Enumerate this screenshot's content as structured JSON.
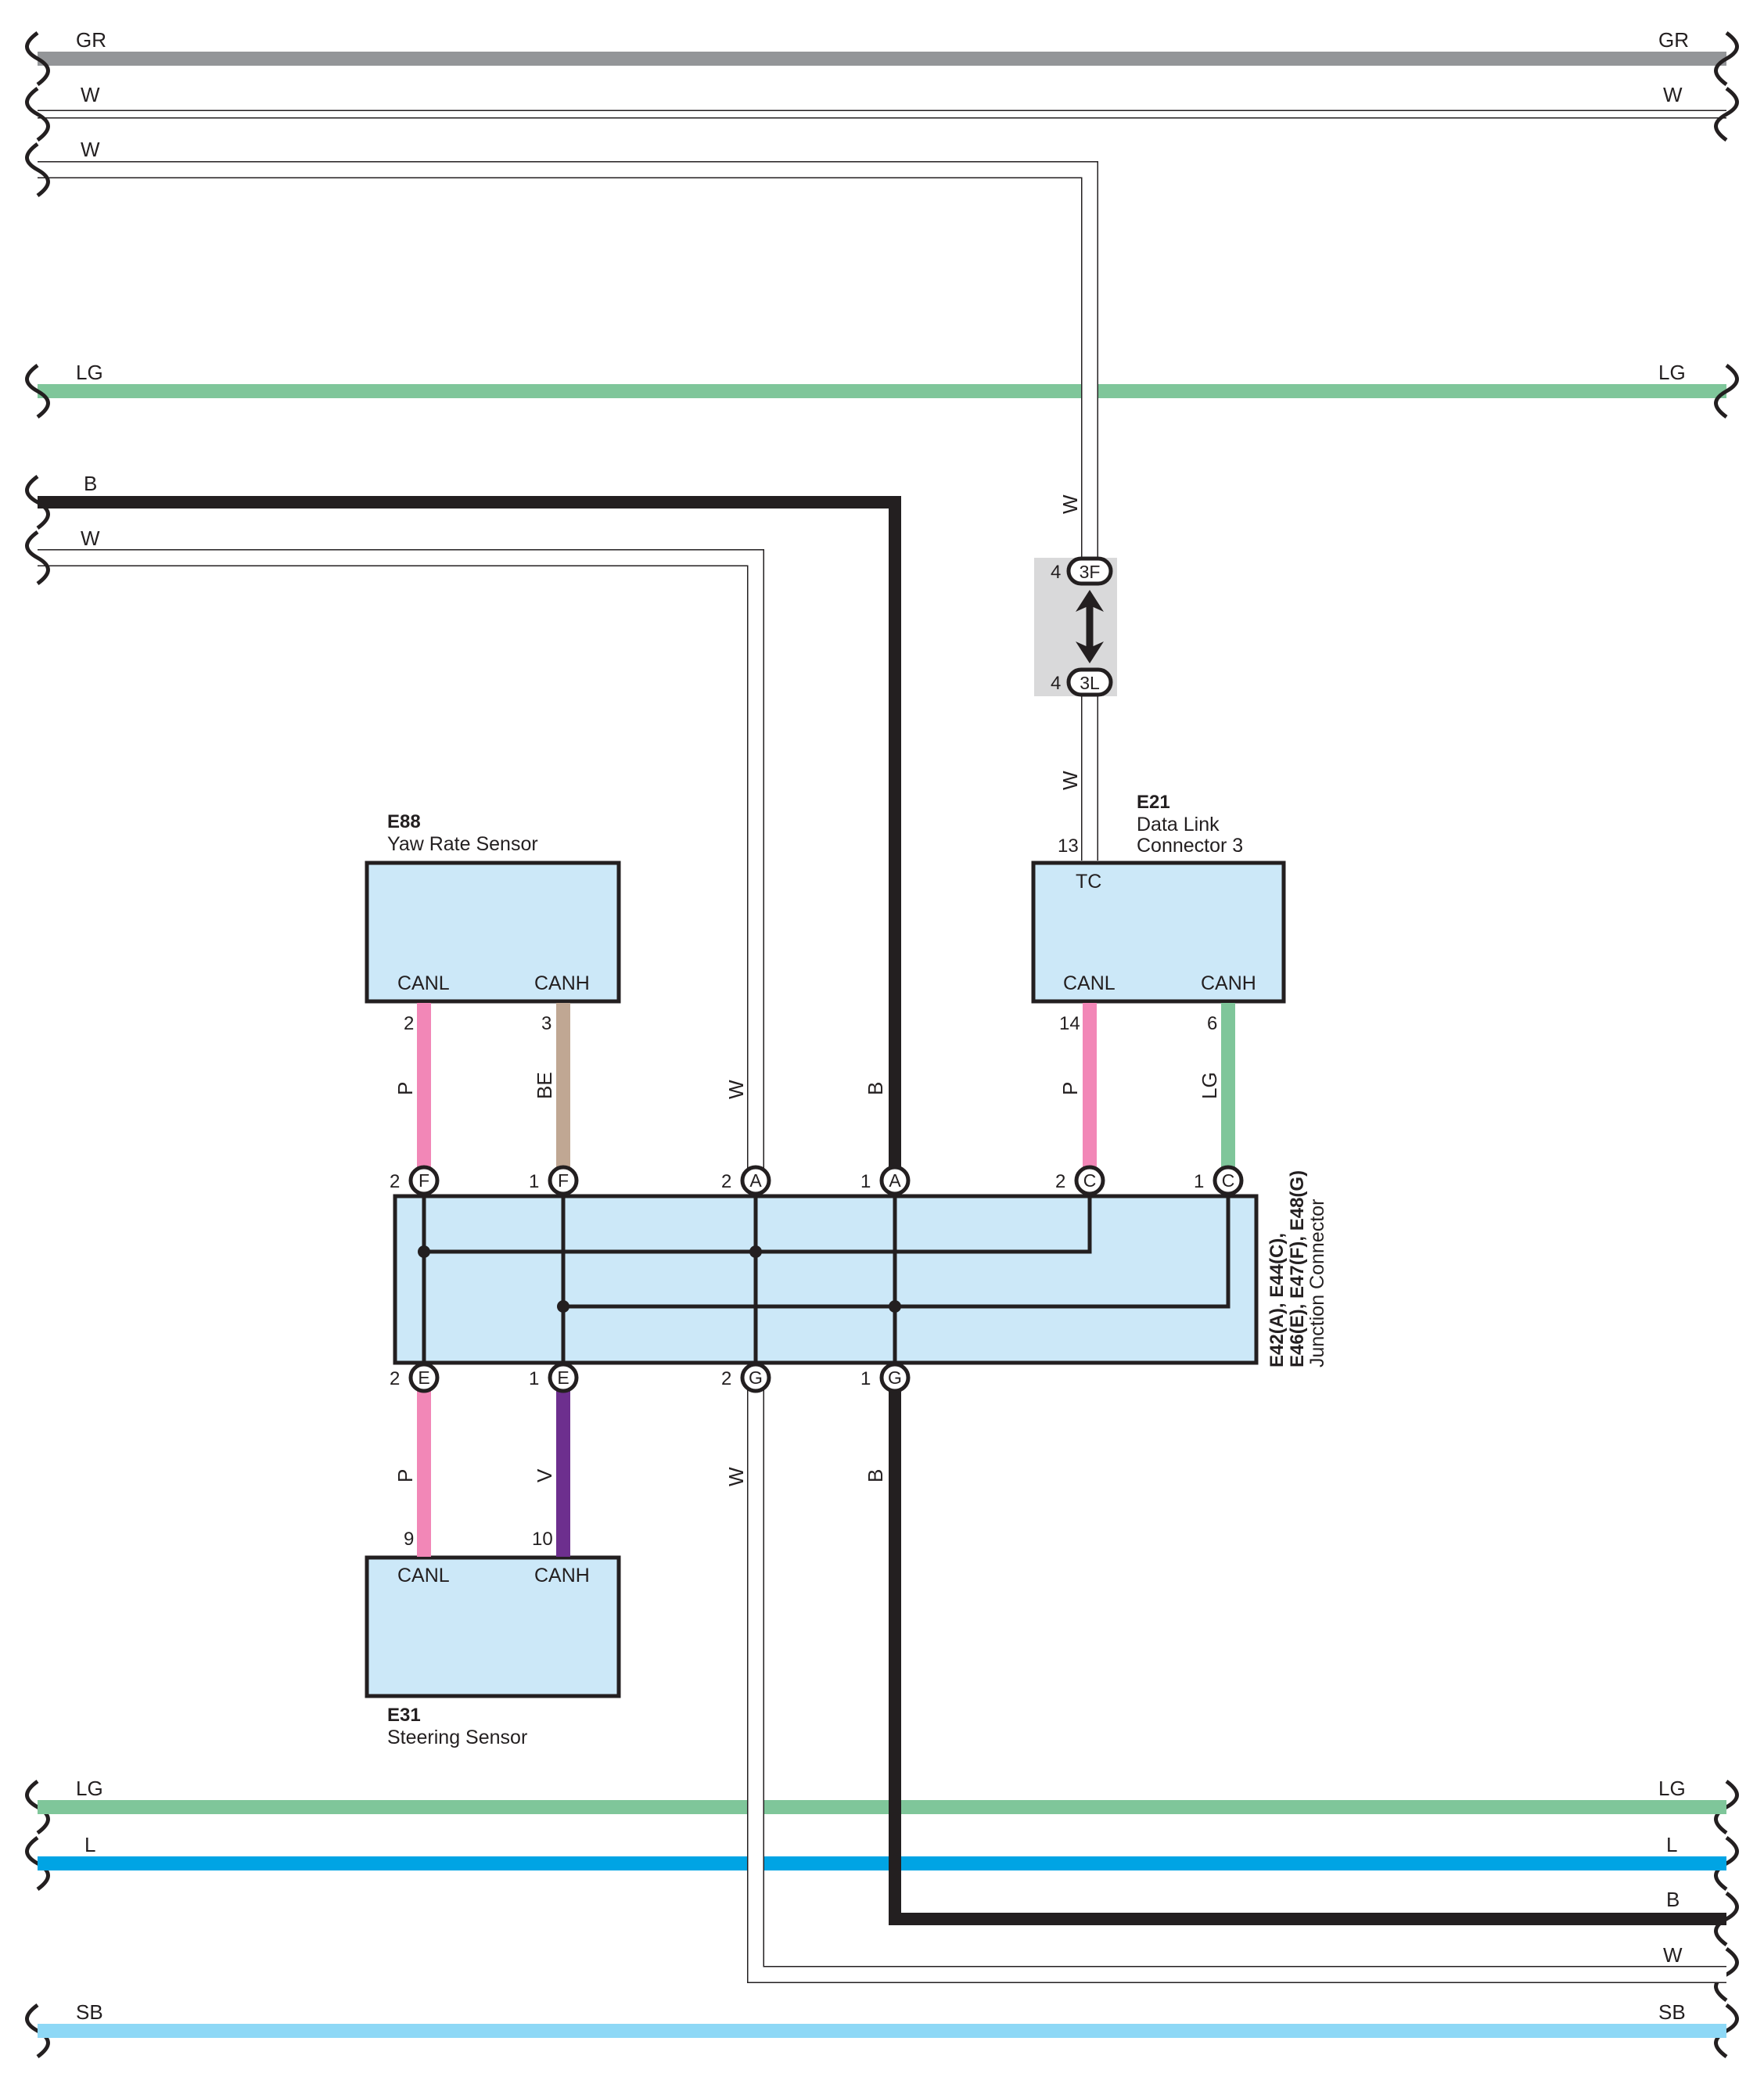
{
  "colors": {
    "GR": "#939598",
    "LG": "#7fc69a",
    "L": "#00a4e4",
    "SB": "#8ed8f6",
    "B": "#231f20",
    "P": "#f287b7",
    "BE": "#c0a793",
    "V": "#6d2f8e",
    "W": "#ffffff",
    "component_fill": "#cce8f8",
    "component_stroke": "#231f20",
    "splice_box": "#d9d9da"
  },
  "bus_labels": {
    "gr": "GR",
    "w1": "W",
    "w2": "W",
    "lg_top": "LG",
    "b_top": "B",
    "w_top3": "W",
    "lg_bottom": "LG",
    "l_bottom": "L",
    "b_bottom": "B",
    "w_bottom": "W",
    "sb_bottom": "SB"
  },
  "connector_3F_3L": {
    "top_pin": "4",
    "top_id": "3F",
    "bottom_pin": "4",
    "bottom_id": "3L",
    "wire_label_top": "W",
    "wire_label_bottom": "W"
  },
  "components": {
    "e88": {
      "code": "E88",
      "name": "Yaw Rate Sensor",
      "pin_left": "CANL",
      "pin_right": "CANH",
      "pin_left_num": "2",
      "pin_right_num": "3"
    },
    "e21": {
      "code": "E21",
      "name_line1": "Data Link",
      "name_line2": "Connector 3",
      "pin_tc": "TC",
      "pin_tc_num": "13",
      "pin_left": "CANL",
      "pin_right": "CANH",
      "pin_left_num": "14",
      "pin_right_num": "6"
    },
    "e31": {
      "code": "E31",
      "name": "Steering Sensor",
      "pin_left": "CANL",
      "pin_right": "CANH",
      "pin_left_num": "9",
      "pin_right_num": "10"
    },
    "junction": {
      "code_line1": "E42(A), E44(C),",
      "code_line2": "E46(E), E47(F), E48(G)",
      "name": "Junction Connector",
      "top_pins": [
        {
          "num": "2",
          "id": "F"
        },
        {
          "num": "1",
          "id": "F"
        },
        {
          "num": "2",
          "id": "A"
        },
        {
          "num": "1",
          "id": "A"
        },
        {
          "num": "2",
          "id": "C"
        },
        {
          "num": "1",
          "id": "C"
        }
      ],
      "bottom_pins": [
        {
          "num": "2",
          "id": "E"
        },
        {
          "num": "1",
          "id": "E"
        },
        {
          "num": "2",
          "id": "G"
        },
        {
          "num": "1",
          "id": "G"
        }
      ]
    }
  },
  "wire_labels": {
    "e88_canl": "P",
    "e88_canh": "BE",
    "w_a": "W",
    "b_a": "B",
    "e21_canl": "P",
    "e21_canh": "LG",
    "e31_canl": "P",
    "e31_canh": "V",
    "w_g": "W",
    "b_g": "B"
  }
}
